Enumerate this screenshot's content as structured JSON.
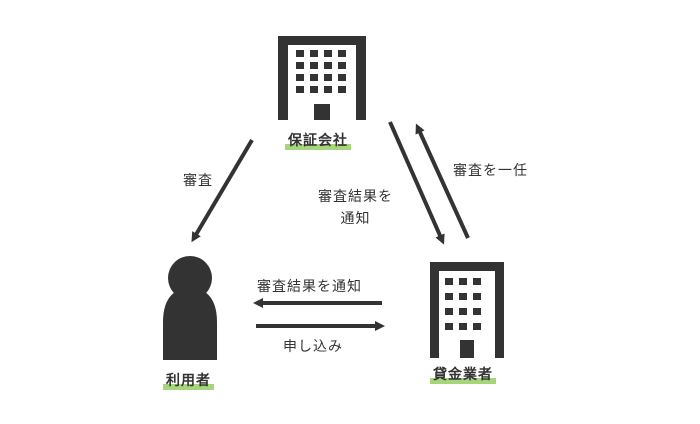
{
  "nodes": {
    "guarantor": {
      "label": "保証会社",
      "icon": "office-building-icon"
    },
    "user": {
      "label": "利用者",
      "icon": "person-silhouette-icon"
    },
    "lender": {
      "label": "貸金業者",
      "icon": "office-building-icon"
    }
  },
  "edges": {
    "guarantor_to_user": "審査",
    "guarantor_to_lender": "審査結果を\n通知",
    "lender_to_guarantor": "審査を一任",
    "lender_to_user": "審査結果を通知",
    "user_to_lender": "申し込み"
  },
  "colors": {
    "ink": "#333333",
    "highlight": "#a7d67a",
    "background": "#ffffff"
  }
}
